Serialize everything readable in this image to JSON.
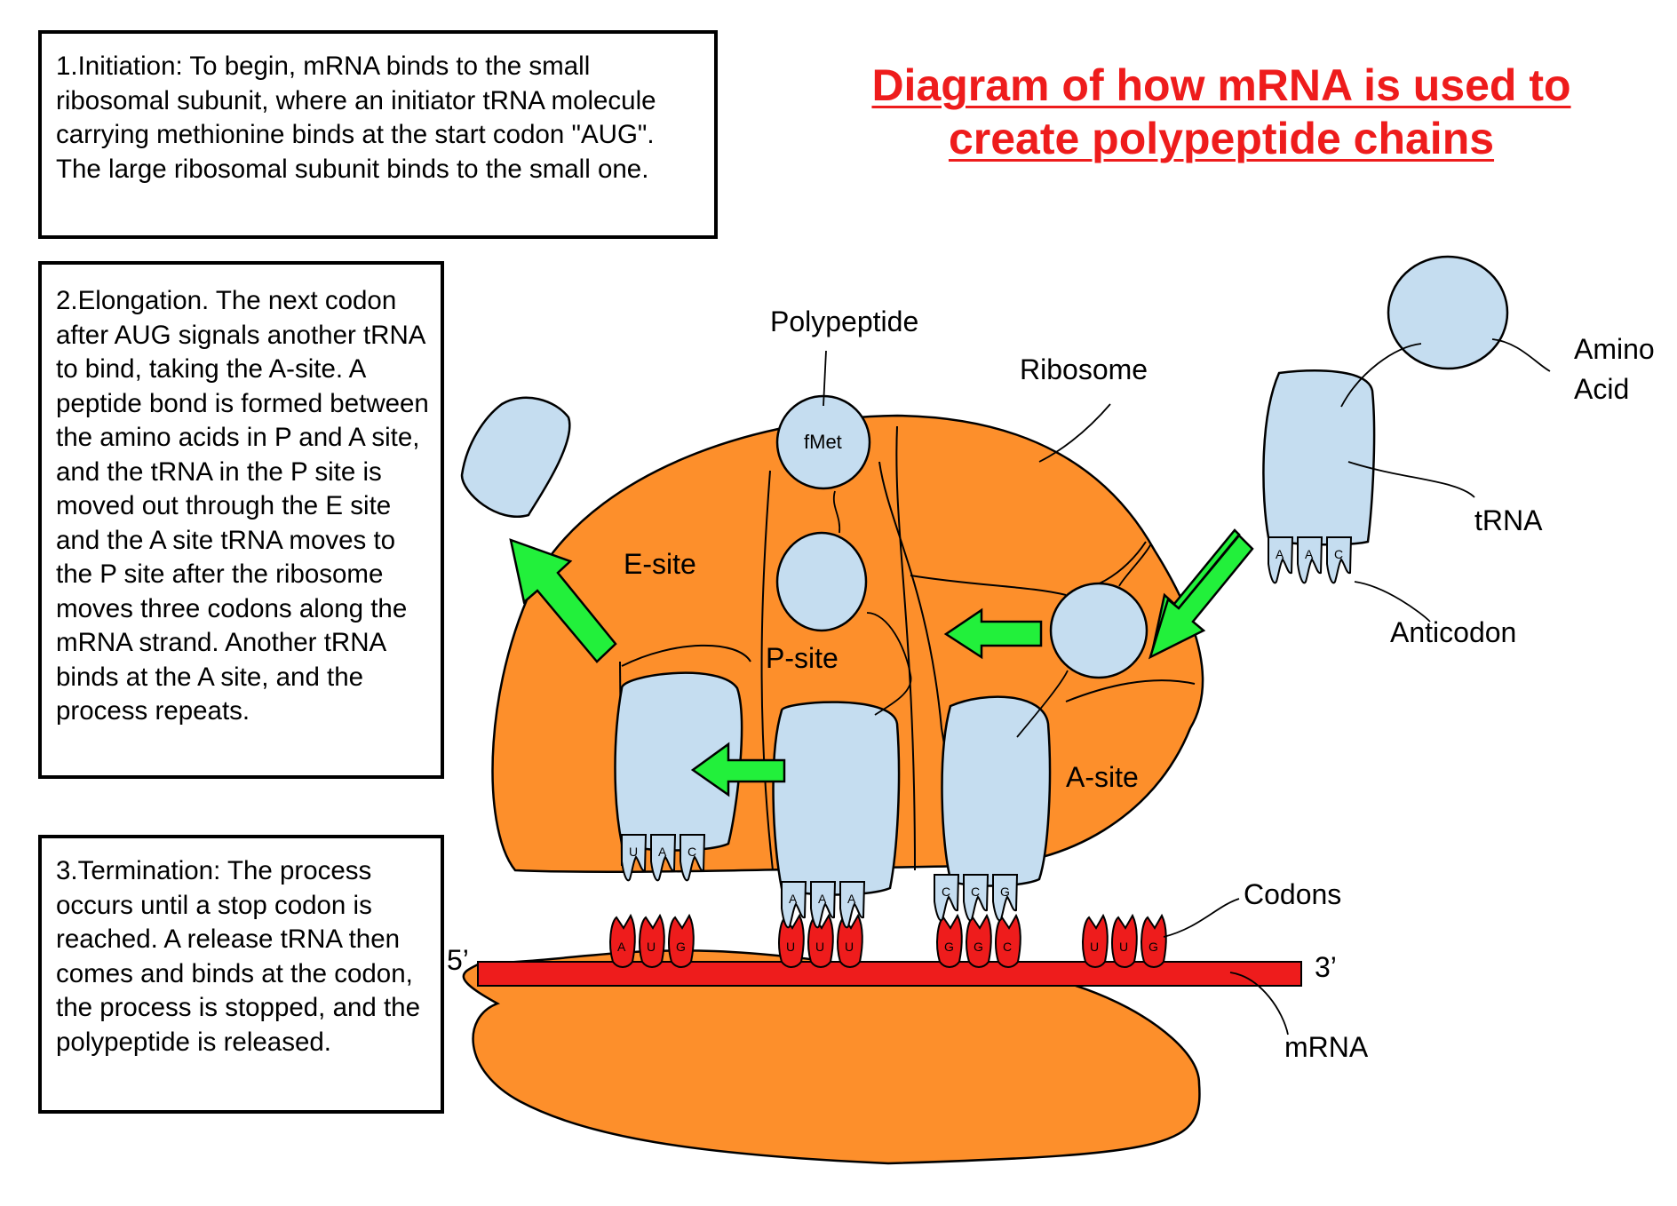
{
  "title": "Diagram of how mRNA is used to create polypeptide chains",
  "steps": [
    {
      "text": "1.Initiation: To begin, mRNA binds to the small ribosomal subunit, where an initiator tRNA molecule carrying methionine binds at the start codon \"AUG\". The large ribosomal subunit binds to the small one."
    },
    {
      "text": "2.Elongation. The next codon after AUG signals another tRNA to bind, taking the A-site. A peptide bond is formed between the amino acids in P and A site, and the tRNA in the P site is moved out through the E site and the A site tRNA moves to the P site after the ribosome moves three codons along the mRNA strand. Another tRNA binds at the A site, and the process repeats."
    },
    {
      "text": "3.Termination: The process occurs until a stop codon is reached. A release tRNA then comes and binds at the codon, the process is stopped, and the polypeptide is released."
    }
  ],
  "labels": {
    "polypeptide": "Polypeptide",
    "ribosome": "Ribosome",
    "amino_acid": "Amino Acid",
    "trna": "tRNA",
    "anticodon": "Anticodon",
    "codons": "Codons",
    "mrna": "mRNA",
    "e_site": "E-site",
    "p_site": "P-site",
    "a_site": "A-site",
    "fmet": "fMet",
    "five_prime": "5’",
    "three_prime": "3’"
  },
  "codon_groups": [
    [
      "A",
      "U",
      "G"
    ],
    [
      "U",
      "U",
      "U"
    ],
    [
      "G",
      "G",
      "C"
    ],
    [
      "U",
      "U",
      "G"
    ]
  ],
  "anticodon_groups": [
    [
      "U",
      "A",
      "C"
    ],
    [
      "A",
      "A",
      "A"
    ],
    [
      "C",
      "C",
      "G"
    ],
    [
      "A",
      "A",
      "C"
    ]
  ],
  "colors": {
    "ribosome": "#fd8f2b",
    "trna": "#c5ddf0",
    "mrna": "#ee1c1c",
    "arrow": "#22f03b",
    "title": "#ee1c1c"
  }
}
